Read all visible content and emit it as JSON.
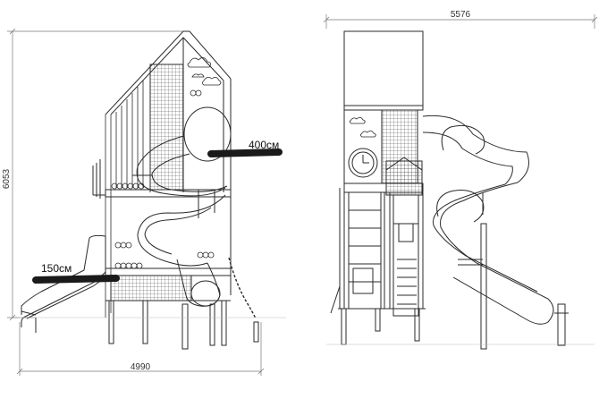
{
  "dimensions": {
    "left_height": "6053",
    "left_width": "4990",
    "right_width": "5576"
  },
  "callouts": {
    "upper_slide": "400см",
    "lower_slide": "150см"
  },
  "colors": {
    "line": "#2a2a2a",
    "dimension_line": "#777777",
    "callout_bar": "#1a1a1a",
    "fill": "#ffffff"
  }
}
